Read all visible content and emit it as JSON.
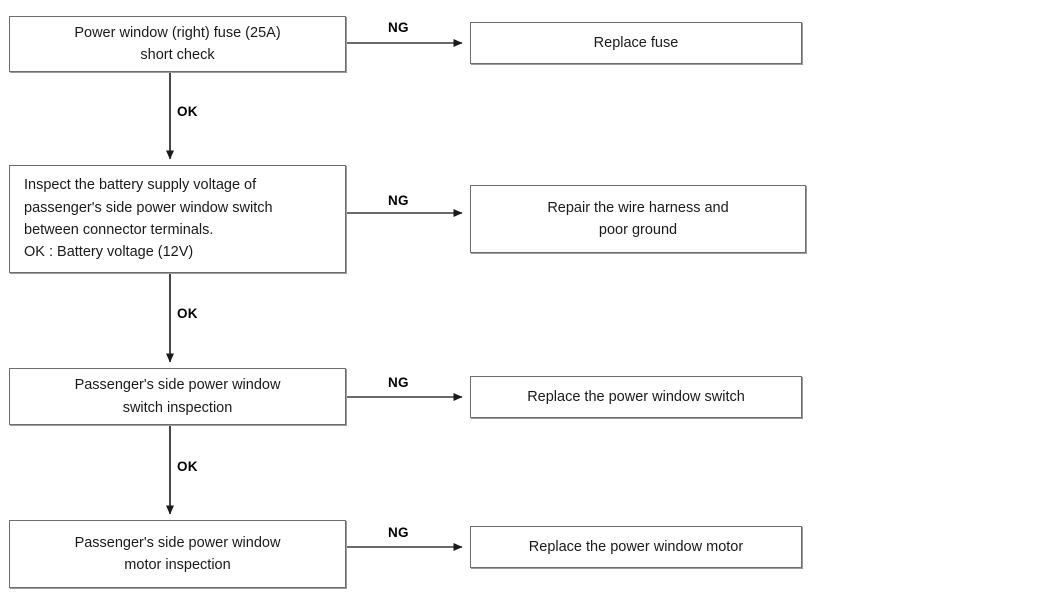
{
  "diagram": {
    "title": "Power window (passenger's side) troubleshooting flowchart",
    "type": "flowchart",
    "orientation": "top-to-bottom",
    "colors": {
      "background": "#ffffff",
      "box_border": "#6e6e6e",
      "box_fill": "#ffffff",
      "text": "#1a1a1a",
      "connector": "#262626",
      "label": "#000000"
    },
    "steps": [
      {
        "id": "step-1",
        "text": "Power window (right) fuse (25A)\nshort check",
        "align": "center"
      },
      {
        "id": "step-2",
        "text": "Inspect the battery supply voltage of\npassenger's side power window switch\nbetween connector terminals.\nOK : Battery voltage (12V)",
        "align": "left"
      },
      {
        "id": "step-3",
        "text": "Passenger's side power window\nswitch inspection",
        "align": "center"
      },
      {
        "id": "step-4",
        "text": "Passenger's side power window\nmotor inspection",
        "align": "center"
      }
    ],
    "actions": [
      {
        "id": "action-1",
        "text": "Replace fuse"
      },
      {
        "id": "action-2",
        "text": "Repair the wire harness and\npoor ground"
      },
      {
        "id": "action-3",
        "text": "Replace the power window switch"
      },
      {
        "id": "action-4",
        "text": "Replace the power window motor"
      }
    ],
    "edge_labels": {
      "ng": "NG",
      "ok": "OK"
    },
    "edges": [
      {
        "from": "step-1",
        "to": "action-1",
        "label": "NG",
        "direction": "right"
      },
      {
        "from": "step-1",
        "to": "step-2",
        "label": "OK",
        "direction": "down"
      },
      {
        "from": "step-2",
        "to": "action-2",
        "label": "NG",
        "direction": "right"
      },
      {
        "from": "step-2",
        "to": "step-3",
        "label": "OK",
        "direction": "down"
      },
      {
        "from": "step-3",
        "to": "action-3",
        "label": "NG",
        "direction": "right"
      },
      {
        "from": "step-3",
        "to": "step-4",
        "label": "OK",
        "direction": "down"
      },
      {
        "from": "step-4",
        "to": "action-4",
        "label": "NG",
        "direction": "right"
      }
    ]
  }
}
